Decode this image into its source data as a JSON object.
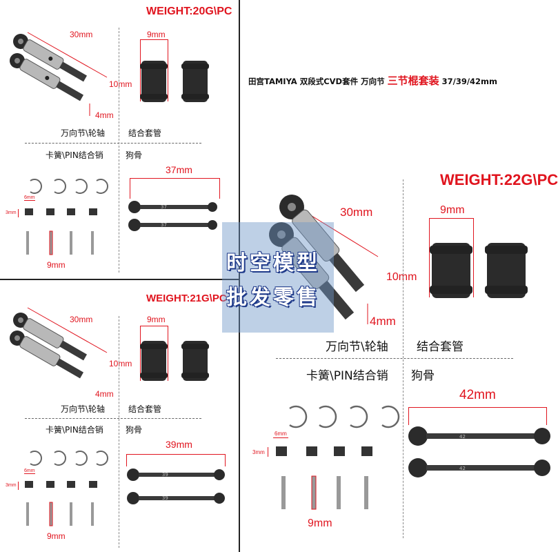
{
  "headline": {
    "main": "田宫TAMIYA 双段式CVD套件 万向节",
    "highlight": "三节棍套装",
    "sizes": "37/39/42mm"
  },
  "panel_37": {
    "weight": "WEIGHT:20G\\PC",
    "dim_axle_length": "30mm",
    "dim_axle_tip": "4mm",
    "dim_tube_width": "9mm",
    "dim_tube_height": "10mm",
    "label_axle": "万向节\\轮轴",
    "label_tube": "结合套管",
    "label_clip_pin": "卡簧\\PIN结合销",
    "label_dogbone": "狗骨",
    "dim_dogbone": "37mm",
    "dogbone_mark": "37",
    "dim_block": "6mm",
    "dim_block_h": "3mm",
    "dim_pin": "9mm"
  },
  "panel_39": {
    "weight": "WEIGHT:21G\\PC",
    "dim_axle_length": "30mm",
    "dim_axle_tip": "4mm",
    "dim_tube_width": "9mm",
    "dim_tube_height": "10mm",
    "label_axle": "万向节\\轮轴",
    "label_tube": "结合套管",
    "label_clip_pin": "卡簧\\PIN结合销",
    "label_dogbone": "狗骨",
    "dim_dogbone": "39mm",
    "dogbone_mark": "39",
    "dim_block": "6mm",
    "dim_block_h": "3mm",
    "dim_pin": "9mm"
  },
  "panel_42": {
    "weight": "WEIGHT:22G\\PC",
    "dim_axle_length": "30mm",
    "dim_axle_tip": "4mm",
    "dim_tube_width": "9mm",
    "dim_tube_height": "10mm",
    "label_axle": "万向节\\轮轴",
    "label_tube": "结合套管",
    "label_clip_pin": "卡簧\\PIN结合销",
    "label_dogbone": "狗骨",
    "dim_dogbone": "42mm",
    "dogbone_mark": "42",
    "dim_block": "6mm",
    "dim_block_h": "3mm",
    "dim_pin": "9mm"
  },
  "watermark": {
    "line1": "时空模型",
    "line2": "批发零售"
  },
  "colors": {
    "accent_red": "#e0141e",
    "metal_dark": "#2b2b2b",
    "metal_light": "#b8b8b8",
    "watermark_blue": "#1f3a8a"
  }
}
